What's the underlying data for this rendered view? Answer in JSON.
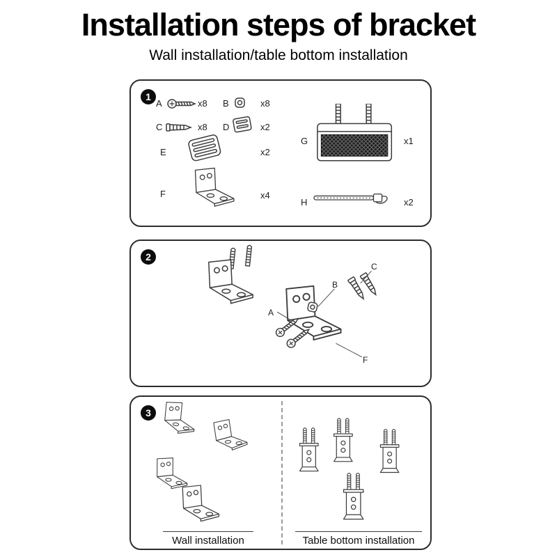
{
  "page": {
    "title": "Installation steps of bracket",
    "subtitle": "Wall installation/table bottom installation"
  },
  "panel1": {
    "step": "1",
    "parts": [
      {
        "label": "A",
        "qty": "x8",
        "icon": "screw-icon"
      },
      {
        "label": "B",
        "qty": "x8",
        "icon": "nut-icon"
      },
      {
        "label": "C",
        "qty": "x8",
        "icon": "wall-anchor-icon"
      },
      {
        "label": "D",
        "qty": "x2",
        "icon": "buckle-icon"
      },
      {
        "label": "E",
        "qty": "x2",
        "icon": "clamp-buckle-icon"
      },
      {
        "label": "F",
        "qty": "x4",
        "icon": "corner-bracket-icon"
      },
      {
        "label": "G",
        "qty": "x1",
        "icon": "bracket-unit-icon"
      },
      {
        "label": "H",
        "qty": "x2",
        "icon": "cable-tie-icon"
      }
    ]
  },
  "panel2": {
    "step": "2",
    "callouts": [
      "A",
      "B",
      "C",
      "F"
    ]
  },
  "panel3": {
    "step": "3",
    "captions": {
      "left": "Wall installation",
      "right": "Table bottom installation"
    }
  },
  "colors": {
    "line_art": "#3c3c3c",
    "badge": "#0c0c0c",
    "panel_border": "#2c2c2c"
  }
}
